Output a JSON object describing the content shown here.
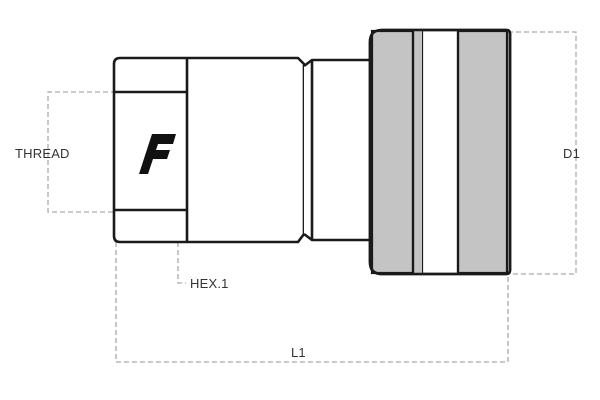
{
  "diagram": {
    "subject": "hydraulic quick coupling female socket",
    "labels": {
      "thread": "THREAD",
      "hex": "HEX.1",
      "length": "L1",
      "diameter": "D1"
    },
    "logo_text": "F",
    "colors": {
      "outline": "#1a1a1a",
      "shaded_band": "#c4c4c4",
      "dimension_line": "#aaaaaa",
      "label_text": "#333333",
      "background": "#ffffff"
    }
  }
}
